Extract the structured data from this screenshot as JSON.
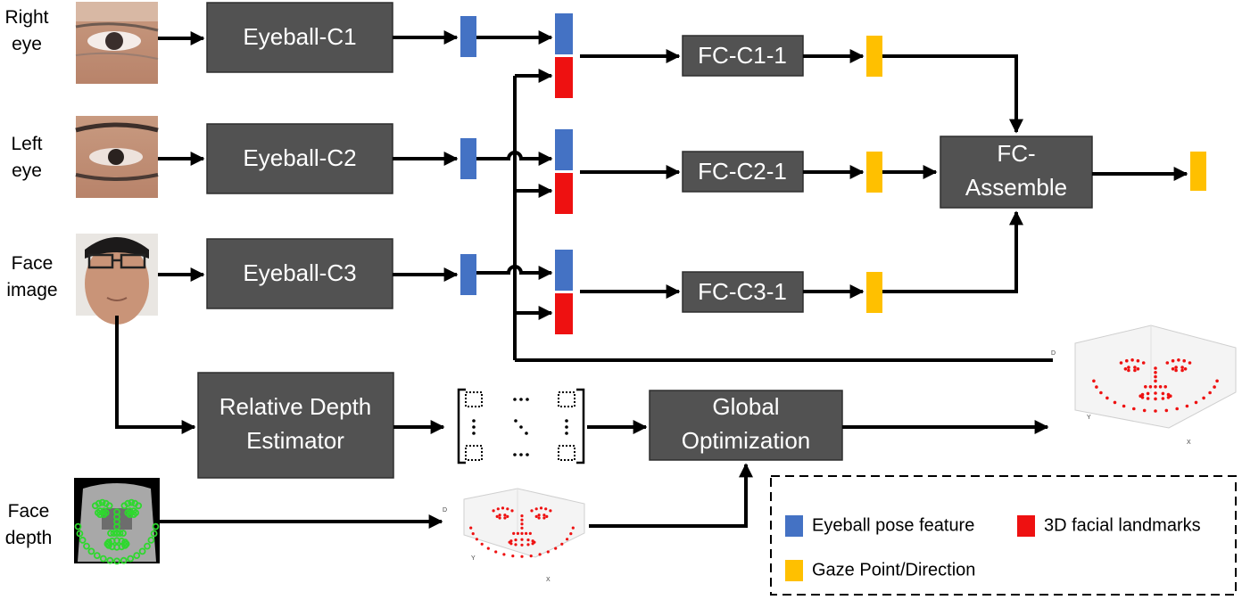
{
  "inputs": {
    "right_eye": "Right eye",
    "left_eye": "Left eye",
    "face_image": "Face image",
    "face_depth": "Face depth"
  },
  "boxes": {
    "eyeball_c1": "Eyeball-C1",
    "eyeball_c2": "Eyeball-C2",
    "eyeball_c3": "Eyeball-C3",
    "fc_c1": "FC-C1-1",
    "fc_c2": "FC-C2-1",
    "fc_c3": "FC-C3-1",
    "fc_assemble": "FC-Assemble",
    "depth_estimator": "Relative Depth Estimator",
    "global_opt": "Global Optimization"
  },
  "legend": {
    "eyeball_pose": "Eyeball pose feature",
    "facial_landmarks": "3D facial landmarks",
    "gaze": "Gaze Point/Direction"
  },
  "plot_axes": {
    "x": "X",
    "y": "Y",
    "d": "D"
  },
  "colors": {
    "box": "#525252",
    "eyeball_pose": "#4472c4",
    "facial_landmarks": "#ee1111",
    "gaze": "#ffc000",
    "depth_point": "#2ed82e"
  },
  "icons": [
    "right-eye-photo",
    "left-eye-photo",
    "face-photo",
    "depth-map",
    "3d-scatter-plot",
    "matrix-icon"
  ]
}
